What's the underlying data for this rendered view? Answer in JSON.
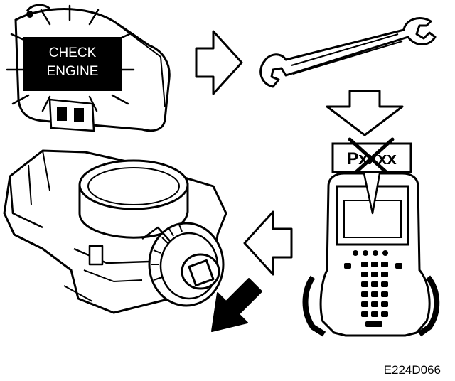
{
  "warning_lamp": {
    "line1": "CHECK",
    "line2": "ENGINE"
  },
  "scan_tool": {
    "dtc_code": "Pxxxx",
    "code_crossed_out": true
  },
  "figure_id": "E224D066",
  "steps": [
    {
      "icon": "check-engine-light-icon"
    },
    {
      "icon": "wrench-icon"
    },
    {
      "icon": "scan-tool-icon"
    },
    {
      "icon": "throttle-body-icon"
    }
  ]
}
